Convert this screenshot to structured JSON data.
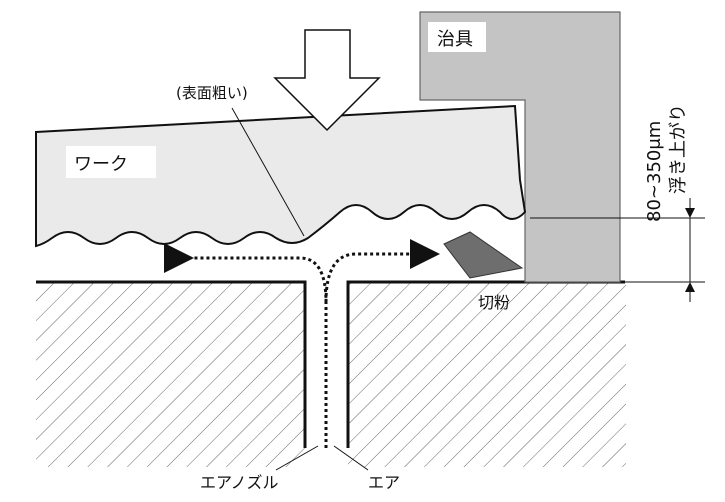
{
  "labels": {
    "jig": "治具",
    "work": "ワーク",
    "surface_rough": "(表面粗い)",
    "lift_range": "80~350μm",
    "lift": "浮き上がり",
    "chips": "切粉",
    "air_nozzle": "エアノズル",
    "air": "エア"
  },
  "colors": {
    "work_fill": "#eaeaea",
    "jig_fill": "#c4c4c4",
    "chip_fill": "#6e6e6e",
    "hatch": "#666666",
    "line": "#111111"
  }
}
